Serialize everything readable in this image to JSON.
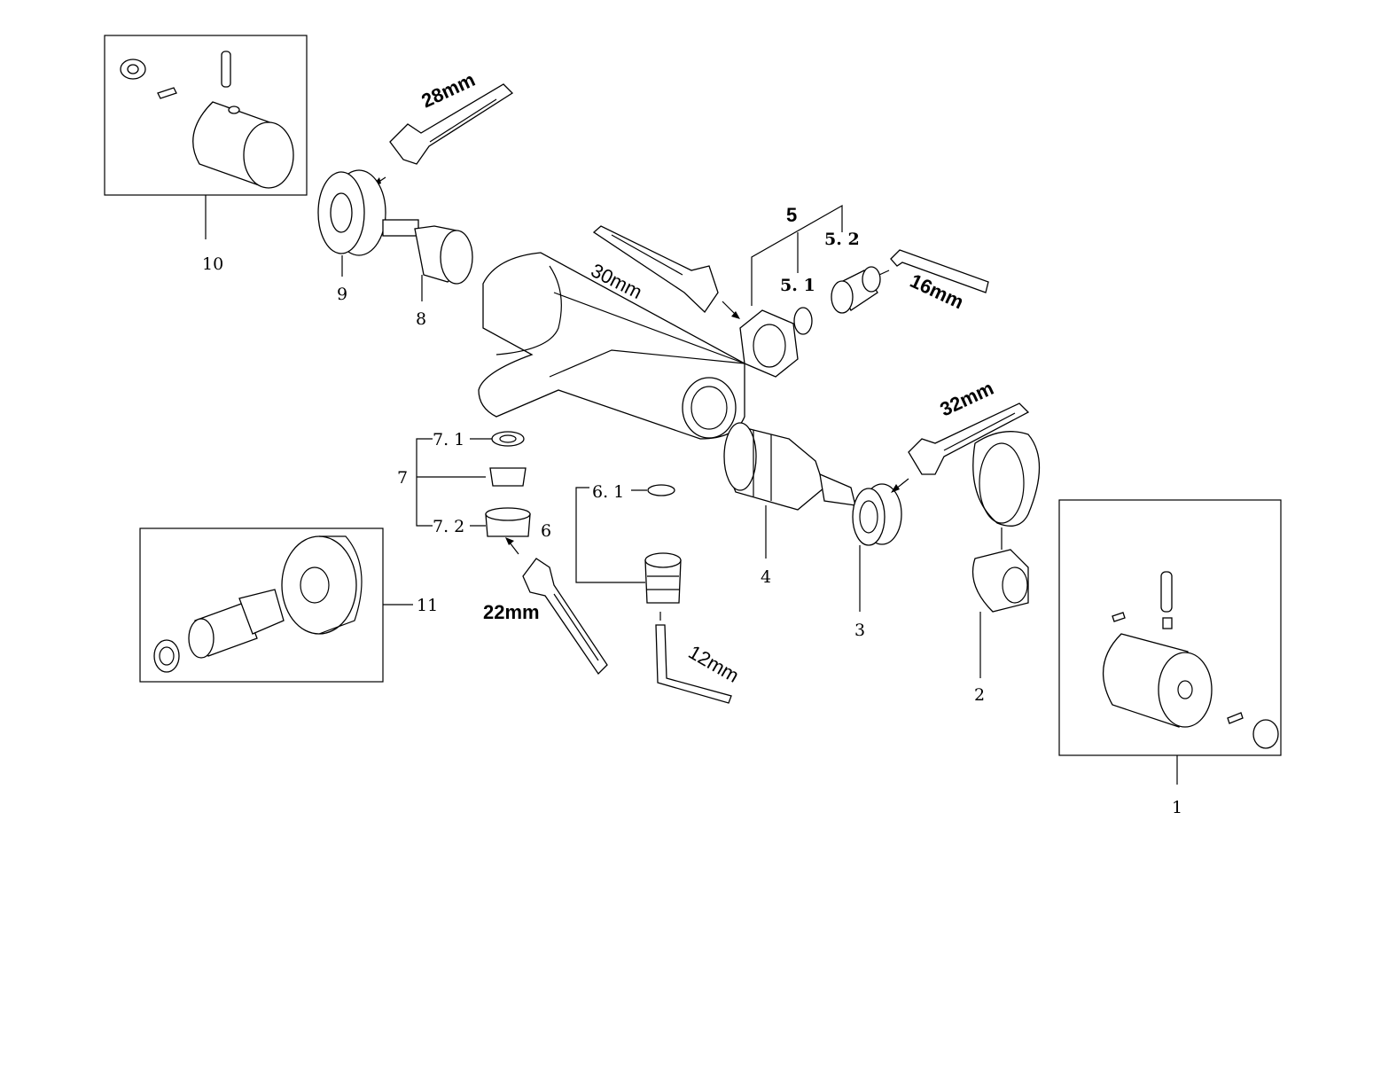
{
  "diagram": {
    "callouts": {
      "c1": "1",
      "c2": "2",
      "c3": "3",
      "c4": "4",
      "c5": "5",
      "c5_1": "5. 1",
      "c5_2": "5. 2",
      "c6": "6",
      "c6_1": "6. 1",
      "c7": "7",
      "c7_1": "7. 1",
      "c7_2": "7. 2",
      "c8": "8",
      "c9": "9",
      "c10": "10",
      "c11": "11"
    },
    "tool_sizes": {
      "w28": "28mm",
      "w30": "30mm",
      "hex16": "16mm",
      "w32": "32mm",
      "w22": "22mm",
      "hex12": "12mm"
    }
  }
}
